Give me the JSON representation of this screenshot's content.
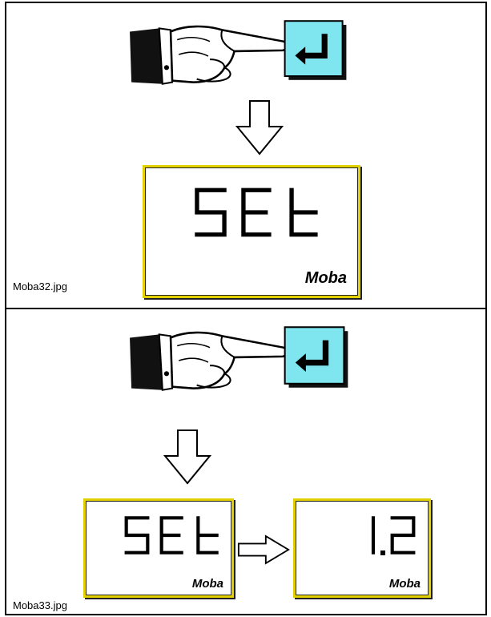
{
  "panels": [
    {
      "caption": "Moba32.jpg",
      "display": {
        "digits": [
          "S",
          "E",
          "t"
        ],
        "brand": "Moba"
      }
    },
    {
      "caption": "Moba33.jpg",
      "display_left": {
        "digits": [
          "S",
          "E",
          "t"
        ],
        "brand": "Moba"
      },
      "display_right": {
        "value": "1.2",
        "brand": "Moba"
      }
    }
  ],
  "icons": {
    "enter_key": "enter-key-icon",
    "hand": "pointing-hand-icon",
    "arrow": "outline-arrow-icon"
  },
  "colors": {
    "key_face": "#7fe6f0",
    "lcd_border": "#e3d000",
    "frame": "#000000"
  }
}
